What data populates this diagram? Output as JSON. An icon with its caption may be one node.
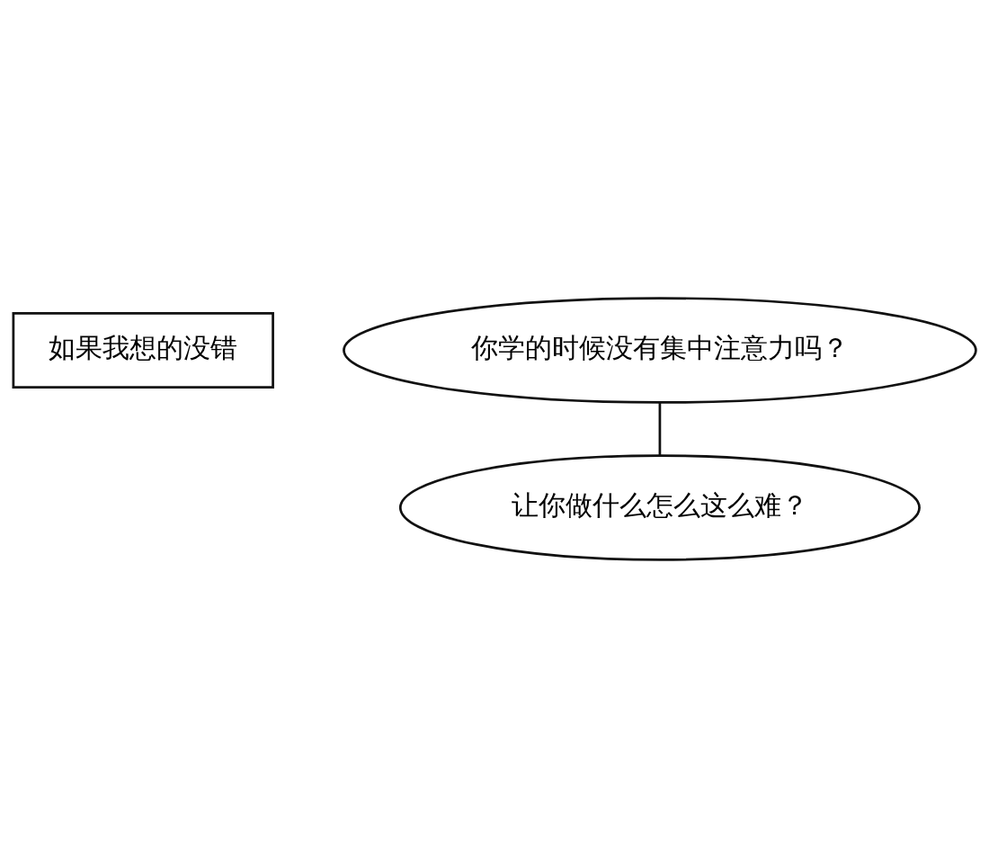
{
  "diagram": {
    "nodes": [
      {
        "text": [
          "如果我想的没错"
        ]
      },
      {
        "text": [
          "你学的时候没有集中注意力吗？"
        ]
      },
      {
        "text": [
          "让你做什么怎么这么难？"
        ]
      }
    ],
    "edges": [
      {
        "from": 1,
        "to": 2,
        "arrow": "none"
      }
    ]
  }
}
